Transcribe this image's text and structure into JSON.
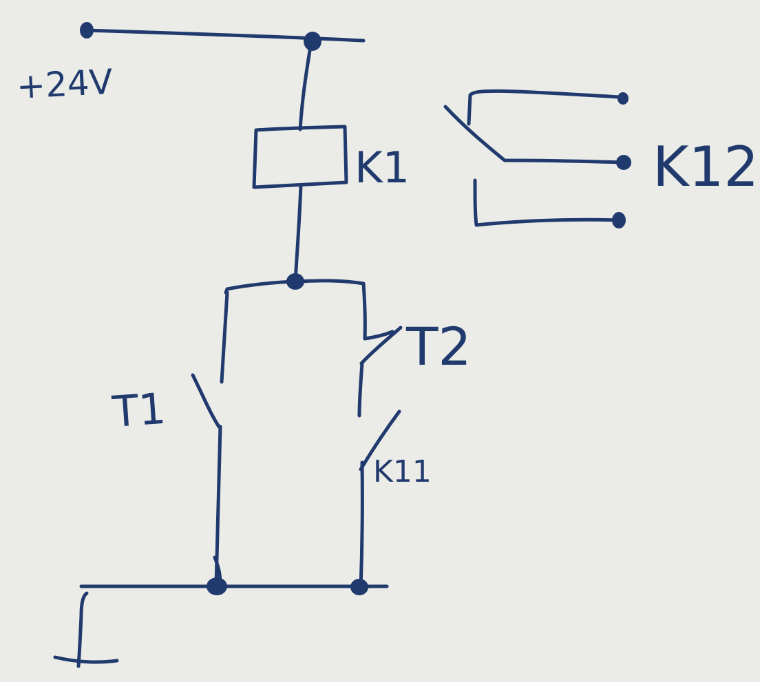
{
  "labels": {
    "supply": "+24V",
    "coil": "K1",
    "changeover_contact": "K12",
    "pushbutton_1": "T1",
    "pushbutton_2": "T2",
    "holding_contact": "K11"
  },
  "colors": {
    "ink": "#203a6e",
    "paper": "#ebebe7"
  },
  "icons": {
    "ground": "ground-symbol-icon"
  }
}
